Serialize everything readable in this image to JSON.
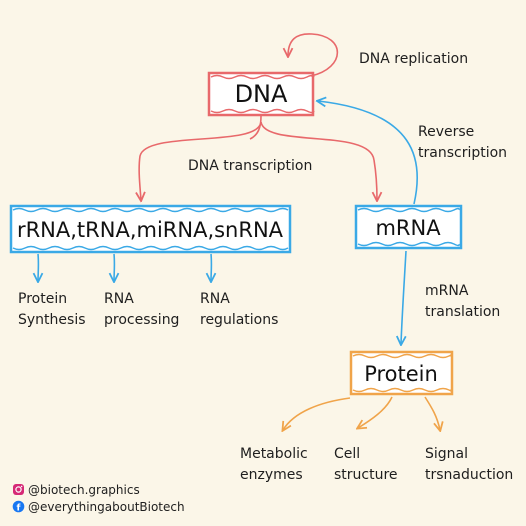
{
  "nodes": {
    "dna": "DNA",
    "rnas": "rRNA,tRNA,miRNA,snRNA",
    "mrna": "mRNA",
    "protein": "Protein"
  },
  "edges": {
    "dna_replication": "DNA replication",
    "dna_transcription": "DNA transcription",
    "reverse_transcription": [
      "Reverse",
      "transcription"
    ],
    "mrna_translation": [
      "mRNA",
      "translation"
    ]
  },
  "rna_roles": [
    [
      "Protein",
      "Synthesis"
    ],
    [
      "RNA",
      "processing"
    ],
    [
      "RNA",
      "regulations"
    ]
  ],
  "protein_roles": [
    [
      "Metabolic",
      "enzymes"
    ],
    [
      "Cell",
      "structure"
    ],
    [
      "Signal",
      "trsnaduction"
    ]
  ],
  "credits": {
    "instagram": "@biotech.graphics",
    "facebook": "@everythingaboutBiotech"
  },
  "colors": {
    "red": "#e8696b",
    "blue": "#3aa9e6",
    "orange": "#f0a44a",
    "instagram": "#d62976",
    "facebook": "#1877f2"
  }
}
